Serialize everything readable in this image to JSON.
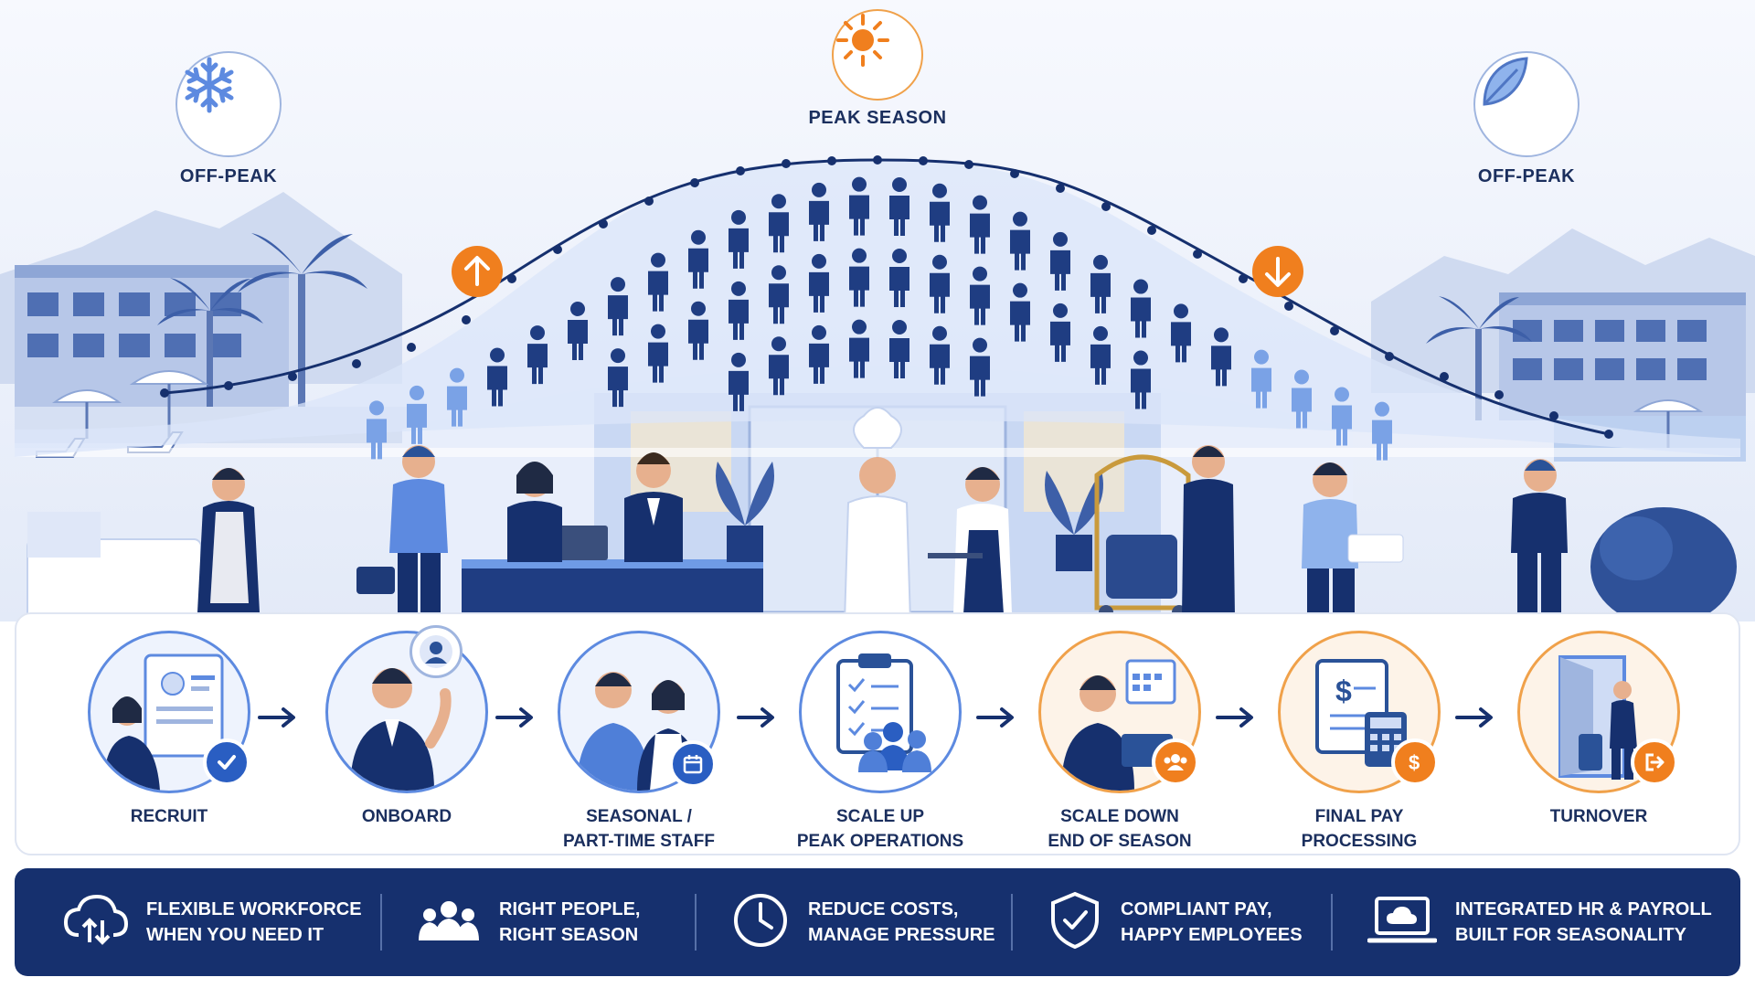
{
  "seasons": {
    "left_label": "OFF-PEAK",
    "center_label": "PEAK SEASON",
    "right_label": "OFF-PEAK",
    "left_icon": "snowflake-icon",
    "center_icon": "sun-icon",
    "right_icon": "leaf-icon",
    "ramp_up_icon": "arrow-up-icon",
    "ramp_down_icon": "arrow-down-icon"
  },
  "process": {
    "steps": [
      {
        "line1": "RECRUIT",
        "line2": "",
        "accent": "blue",
        "badge_icon": "checkmark-icon"
      },
      {
        "line1": "ONBOARD",
        "line2": "",
        "accent": "blue",
        "badge_icon": "user-avatar-icon"
      },
      {
        "line1": "SEASONAL /",
        "line2": "PART-TIME STAFF",
        "accent": "blue",
        "badge_icon": "calendar-icon"
      },
      {
        "line1": "SCALE UP",
        "line2": "PEAK OPERATIONS",
        "accent": "blue",
        "badge_icon": "clipboard-icon"
      },
      {
        "line1": "SCALE DOWN",
        "line2": "END OF SEASON",
        "accent": "orange",
        "badge_icon": "team-icon"
      },
      {
        "line1": "FINAL PAY",
        "line2": "PROCESSING",
        "accent": "orange",
        "badge_icon": "dollar-icon"
      },
      {
        "line1": "TURNOVER",
        "line2": "",
        "accent": "orange",
        "badge_icon": "exit-icon"
      }
    ]
  },
  "benefits": [
    {
      "line1": "FLEXIBLE WORKFORCE",
      "line2": "WHEN YOU NEED IT",
      "icon": "cloud-sync-icon"
    },
    {
      "line1": "RIGHT PEOPLE,",
      "line2": "RIGHT SEASON",
      "icon": "group-icon"
    },
    {
      "line1": "REDUCE COSTS,",
      "line2": "MANAGE PRESSURE",
      "icon": "clock-icon"
    },
    {
      "line1": "COMPLIANT PAY,",
      "line2": "HAPPY EMPLOYEES",
      "icon": "shield-check-icon"
    },
    {
      "line1": "INTEGRATED HR & PAYROLL",
      "line2": "BUILT FOR SEASONALITY",
      "icon": "laptop-cloud-icon"
    }
  ],
  "colors": {
    "navy": "#16306e",
    "primary_blue": "#2a5298",
    "light_blue": "#6f9be6",
    "orange": "#f07f1e",
    "background": "#eef2fb"
  }
}
